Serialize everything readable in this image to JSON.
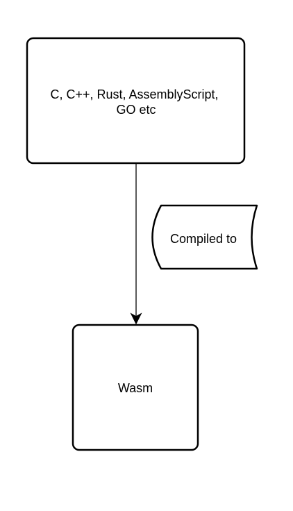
{
  "diagram": {
    "nodes": {
      "source_languages": {
        "lines": [
          "C, C++, Rust, AssemblyScript,",
          "GO etc"
        ]
      },
      "wasm": {
        "label": "Wasm"
      },
      "compiled_to": {
        "label": "Compiled to"
      }
    },
    "edges": [
      {
        "from": "source_languages",
        "to": "wasm"
      }
    ],
    "colors": {
      "stroke": "#000000",
      "fill": "#ffffff",
      "text": "#000000"
    }
  }
}
